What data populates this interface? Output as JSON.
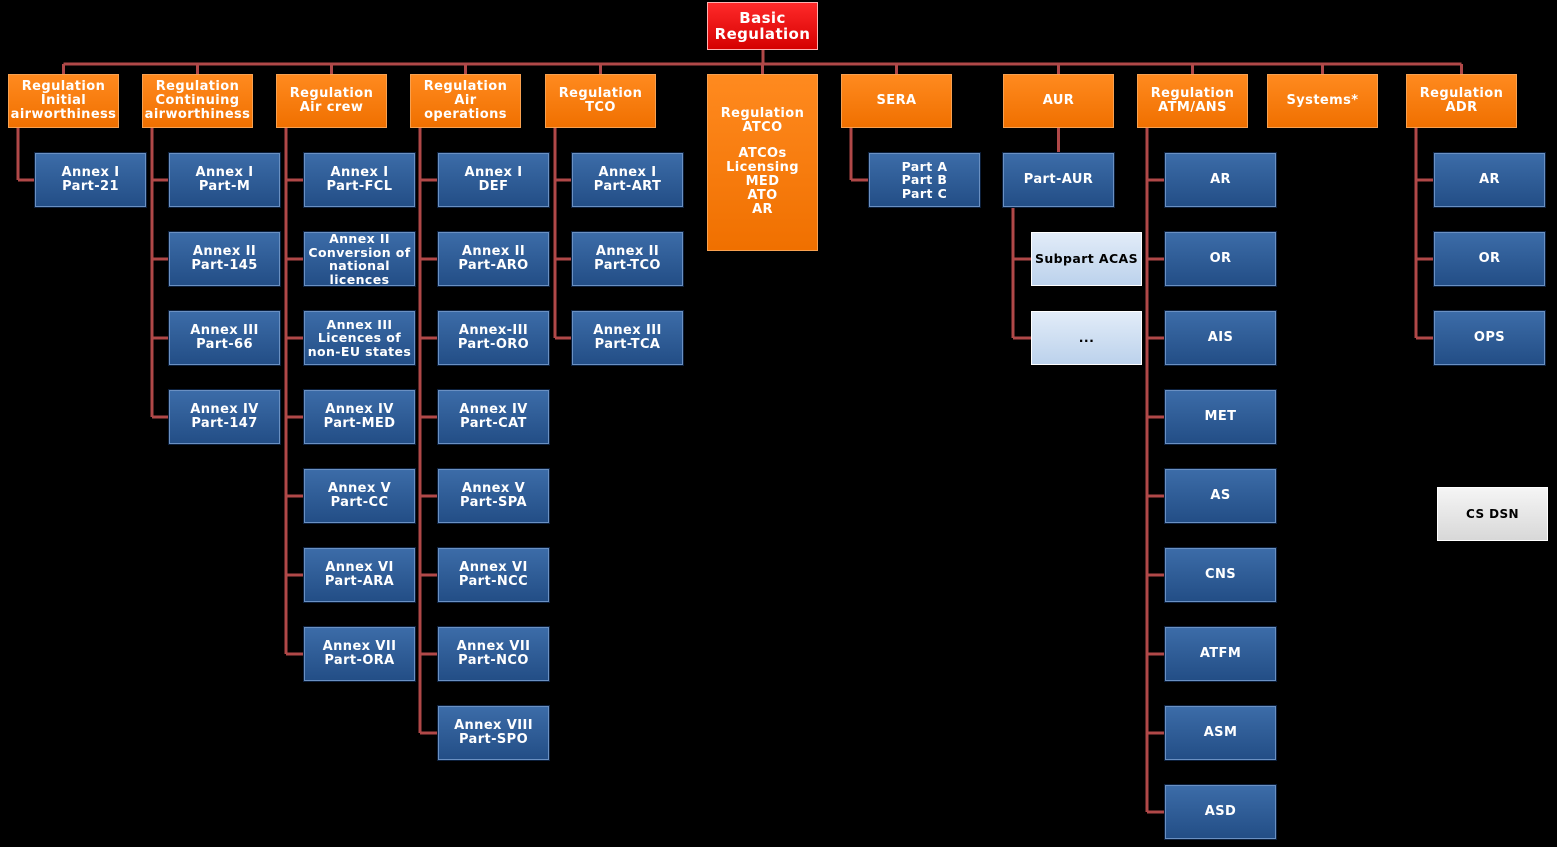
{
  "root": {
    "lines": [
      "Basic",
      "Regulation"
    ]
  },
  "regulations": [
    {
      "id": "initial-airworthiness",
      "lines": [
        "Regulation",
        "Initial",
        "airworthiness"
      ],
      "children": [
        [
          "Annex I",
          "Part-21"
        ]
      ]
    },
    {
      "id": "continuing-airworthiness",
      "lines": [
        "Regulation",
        "Continuing",
        "airworthiness"
      ],
      "children": [
        [
          "Annex I",
          "Part-M"
        ],
        [
          "Annex II",
          "Part-145"
        ],
        [
          "Annex III",
          "Part-66"
        ],
        [
          "Annex IV",
          "Part-147"
        ]
      ]
    },
    {
      "id": "air-crew",
      "lines": [
        "Regulation",
        "Air crew"
      ],
      "children": [
        [
          "Annex I",
          "Part-FCL"
        ],
        [
          "Annex II",
          "Conversion of",
          "national",
          "licences"
        ],
        [
          "Annex III",
          "Licences of",
          "non-EU states"
        ],
        [
          "Annex IV",
          "Part-MED"
        ],
        [
          "Annex V",
          "Part-CC"
        ],
        [
          "Annex VI",
          "Part-ARA"
        ],
        [
          "Annex VII",
          "Part-ORA"
        ]
      ]
    },
    {
      "id": "air-operations",
      "lines": [
        "Regulation",
        "Air operations"
      ],
      "children": [
        [
          "Annex I",
          "DEF"
        ],
        [
          "Annex II",
          "Part-ARO"
        ],
        [
          "Annex-III",
          "Part-ORO"
        ],
        [
          "Annex IV",
          "Part-CAT"
        ],
        [
          "Annex V",
          "Part-SPA"
        ],
        [
          "Annex VI",
          "Part-NCC"
        ],
        [
          "Annex VII",
          "Part-NCO"
        ],
        [
          "Annex VIII",
          "Part-SPO"
        ]
      ]
    },
    {
      "id": "tco",
      "lines": [
        "Regulation",
        "TCO"
      ],
      "children": [
        [
          "Annex I",
          "Part-ART"
        ],
        [
          "Annex II",
          "Part-TCO"
        ],
        [
          "Annex III",
          "Part-TCA"
        ]
      ]
    },
    {
      "id": "atco",
      "lines": [
        "Regulation",
        "ATCO",
        "",
        "ATCOs",
        "Licensing",
        "MED",
        "ATO",
        "AR"
      ],
      "children": []
    },
    {
      "id": "sera",
      "lines": [
        "SERA"
      ],
      "children": [
        [
          "Part A",
          "Part B",
          "Part C"
        ]
      ]
    },
    {
      "id": "aur",
      "lines": [
        "AUR"
      ],
      "children": [
        [
          "Part-AUR"
        ]
      ],
      "grandchildren": [
        [
          "Subpart ACAS"
        ],
        [
          "..."
        ]
      ]
    },
    {
      "id": "atm-ans",
      "lines": [
        "Regulation",
        "ATM/ANS"
      ],
      "children": [
        [
          "AR"
        ],
        [
          "OR"
        ],
        [
          "AIS"
        ],
        [
          "MET"
        ],
        [
          "AS"
        ],
        [
          "CNS"
        ],
        [
          "ATFM"
        ],
        [
          "ASM"
        ],
        [
          "ASD"
        ]
      ]
    },
    {
      "id": "systems",
      "lines": [
        "Systems*"
      ],
      "children": []
    },
    {
      "id": "adr",
      "lines": [
        "Regulation",
        "ADR"
      ],
      "children": [
        [
          "AR"
        ],
        [
          "OR"
        ],
        [
          "OPS"
        ]
      ]
    }
  ],
  "standalone": {
    "lines": [
      "CS DSN"
    ]
  },
  "colors": {
    "root": "#e00000",
    "regulation": "#f57a0a",
    "annex": "#2a5a96",
    "light_box": "#c8dbf0",
    "cs_box": "#e6e6e6",
    "connector": "#b04848",
    "background": "#000000"
  }
}
